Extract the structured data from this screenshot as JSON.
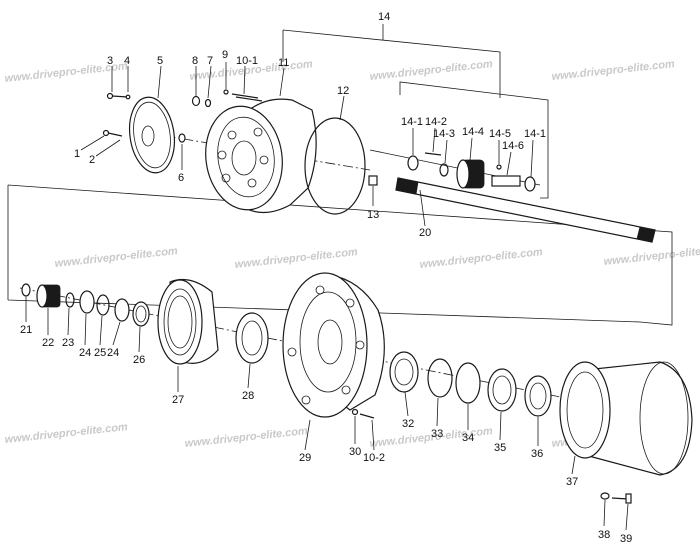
{
  "watermark": "www.drivepro-elite.com",
  "labels": {
    "p1": "1",
    "p2": "2",
    "p3": "3",
    "p4": "4",
    "p5": "5",
    "p6": "6",
    "p7": "7",
    "p8": "8",
    "p9": "9",
    "p10_1": "10-1",
    "p10_2": "10-2",
    "p11": "11",
    "p12": "12",
    "p13": "13",
    "p14": "14",
    "p14_1a": "14-1",
    "p14_1b": "14-1",
    "p14_2": "14-2",
    "p14_3": "14-3",
    "p14_4": "14-4",
    "p14_5": "14-5",
    "p14_6": "14-6",
    "p20": "20",
    "p21": "21",
    "p22": "22",
    "p23": "23",
    "p24a": "24",
    "p24b": "24",
    "p25": "25",
    "p26": "26",
    "p27": "27",
    "p28": "28",
    "p29": "29",
    "p30": "30",
    "p32": "32",
    "p33": "33",
    "p34": "34",
    "p35": "35",
    "p36": "36",
    "p37": "37",
    "p38": "38",
    "p39": "39"
  },
  "colors": {
    "line": "#1a1a1a",
    "watermark": "#c9c9c9"
  }
}
